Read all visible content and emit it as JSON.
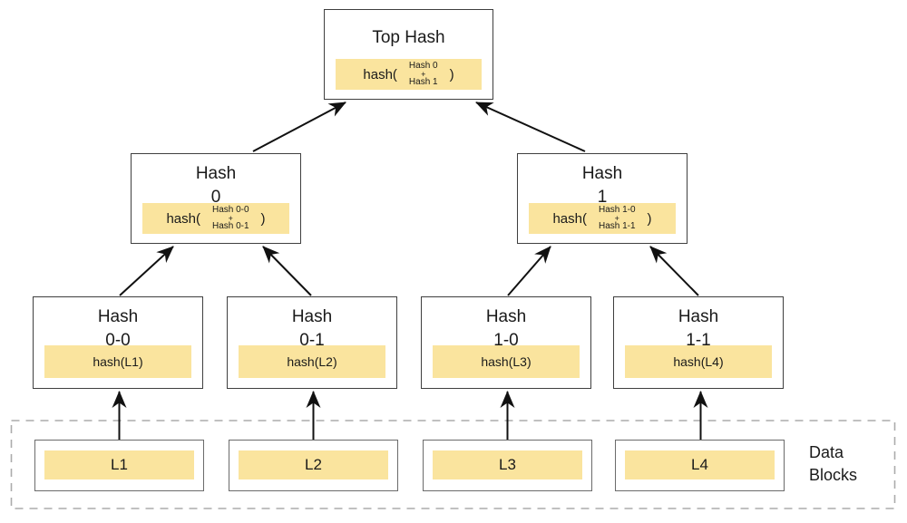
{
  "diagram": {
    "top": {
      "title": "Top Hash",
      "formula": {
        "fn": "hash(",
        "arg1": "Hash 0",
        "op": "+",
        "arg2": "Hash 1",
        "close": ")"
      }
    },
    "level1": [
      {
        "title1": "Hash",
        "title2": "0",
        "formula": {
          "fn": "hash(",
          "arg1": "Hash 0-0",
          "op": "+",
          "arg2": "Hash 0-1",
          "close": ")"
        }
      },
      {
        "title1": "Hash",
        "title2": "1",
        "formula": {
          "fn": "hash(",
          "arg1": "Hash 1-0",
          "op": "+",
          "arg2": "Hash 1-1",
          "close": ")"
        }
      }
    ],
    "level2": [
      {
        "title1": "Hash",
        "title2": "0-0",
        "value": "hash(L1)"
      },
      {
        "title1": "Hash",
        "title2": "0-1",
        "value": "hash(L2)"
      },
      {
        "title1": "Hash",
        "title2": "1-0",
        "value": "hash(L3)"
      },
      {
        "title1": "Hash",
        "title2": "1-1",
        "value": "hash(L4)"
      }
    ],
    "data_blocks": {
      "label1": "Data",
      "label2": "Blocks",
      "blocks": [
        "L1",
        "L2",
        "L3",
        "L4"
      ]
    },
    "colors": {
      "highlight": "#FAE49E",
      "box_border": "#3f3f3f",
      "dashed_border": "#ababab",
      "arrow": "#111111"
    }
  }
}
